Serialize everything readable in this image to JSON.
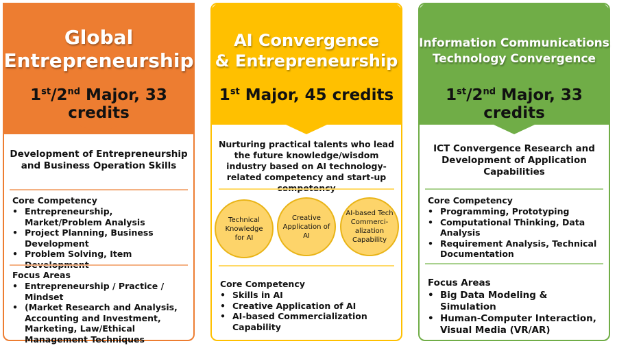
{
  "columns": [
    {
      "title_lines": [
        "Global",
        "Entrepreneurship"
      ],
      "credits": {
        "part1": "1",
        "sup1": "st",
        "slash": "/2",
        "sup2": "nd",
        "rest": " Major, 33 credits"
      },
      "description": "Development of Entrepreneurship and Business Operation Skills",
      "core_title": "Core Competency",
      "core_items": [
        "Entrepreneurship, Market/Problem Analysis",
        "Project Planning, Business Development",
        "Problem Solving, Item Development"
      ],
      "focus_title": "Focus Areas",
      "focus_items": [
        "Entrepreneurship / Practice / Mindset",
        "(Market Research and Analysis, Accounting and Investment, Marketing, Law/Ethical Management Techniques"
      ],
      "colors": {
        "header": "#ed7d31",
        "border": "#ed7d31",
        "rule": "#f4b183"
      }
    },
    {
      "title_lines": [
        "AI Convergence",
        "& Entrepreneurship"
      ],
      "credits": {
        "part1": "1",
        "sup1": "st",
        "rest": " Major, 45 credits"
      },
      "description": "Nurturing practical talents who lead the future knowledge/wisdom industry based on AI technology-related competency and start-up competency",
      "circles": [
        "Technical Knowledge for AI",
        "Creative Application of AI",
        "AI-based Tech Commerci-alization Capability"
      ],
      "core_title": "Core Competency",
      "core_items": [
        "Skills in AI",
        "Creative Application of AI",
        "AI-based Commercialization Capability"
      ],
      "colors": {
        "header": "#ffc000",
        "border": "#ffc000",
        "rule": "#ffd966"
      }
    },
    {
      "title_lines": [
        "Information Communications",
        "Technology Convergence"
      ],
      "credits": {
        "part1": "1",
        "sup1": "st",
        "slash": "/2",
        "sup2": "nd",
        "rest": " Major, 33 credits"
      },
      "description": "ICT Convergence Research and Development of Application Capabilities",
      "core_title": "Core Competency",
      "core_items": [
        "Programming, Prototyping",
        "Computational Thinking, Data Analysis",
        "Requirement Analysis, Technical Documentation"
      ],
      "focus_title": "Focus Areas",
      "focus_items": [
        "Big Data Modeling & Simulation",
        "Human-Computer Interaction, Visual Media (VR/AR)"
      ],
      "colors": {
        "header": "#70ad47",
        "border": "#70ad47",
        "rule": "#a9d18e"
      }
    }
  ]
}
